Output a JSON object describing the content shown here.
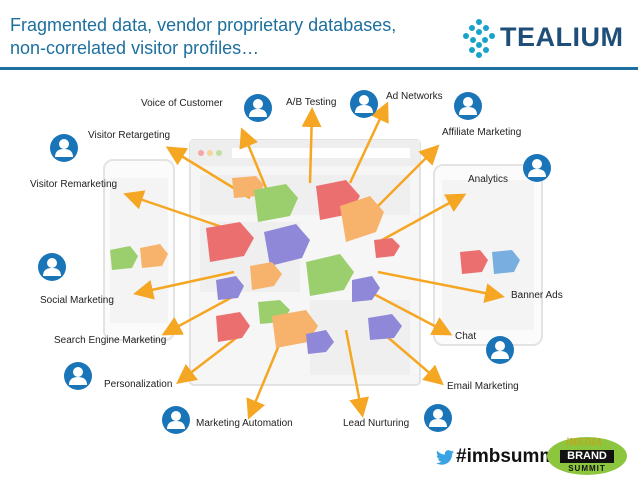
{
  "header": {
    "title_line1": "Fragmented data, vendor proprietary databases,",
    "title_line2": "non-correlated visitor profiles…",
    "logo_text": "TEALIUM"
  },
  "nodes": [
    {
      "id": "voice-of-customer",
      "label": "Voice of Customer"
    },
    {
      "id": "ab-testing",
      "label": "A/B Testing"
    },
    {
      "id": "ad-networks",
      "label": "Ad Networks"
    },
    {
      "id": "affiliate-marketing",
      "label": "Affiliate Marketing"
    },
    {
      "id": "visitor-retargeting",
      "label": "Visitor Retargeting"
    },
    {
      "id": "analytics",
      "label": "Analytics"
    },
    {
      "id": "visitor-remarketing",
      "label": "Visitor Remarketing"
    },
    {
      "id": "social-marketing",
      "label": "Social Marketing"
    },
    {
      "id": "banner-ads",
      "label": "Banner Ads"
    },
    {
      "id": "search-engine-marketing",
      "label": "Search Engine Marketing"
    },
    {
      "id": "chat",
      "label": "Chat"
    },
    {
      "id": "personalization",
      "label": "Personalization"
    },
    {
      "id": "email-marketing",
      "label": "Email Marketing"
    },
    {
      "id": "marketing-automation",
      "label": "Marketing Automation"
    },
    {
      "id": "lead-nurturing",
      "label": "Lead Nurturing"
    }
  ],
  "footer": {
    "hashtag": "#imbsummit",
    "badge_top": "iMEDIA",
    "badge_brand": "BRAND",
    "badge_summit": "SUMMIT"
  },
  "colors": {
    "title": "#1d6f9e",
    "arrow": "#f5a623",
    "avatar": "#1a74b8",
    "tag_green": "#9bcf6e",
    "tag_red": "#ec6f6f",
    "tag_orange": "#f7b36b",
    "tag_purple": "#8f88d8",
    "tag_blue": "#79aee0"
  },
  "icons": [
    "person-avatar-icon",
    "price-tag-icon",
    "twitter-bird-icon",
    "tealium-logo-icon"
  ]
}
